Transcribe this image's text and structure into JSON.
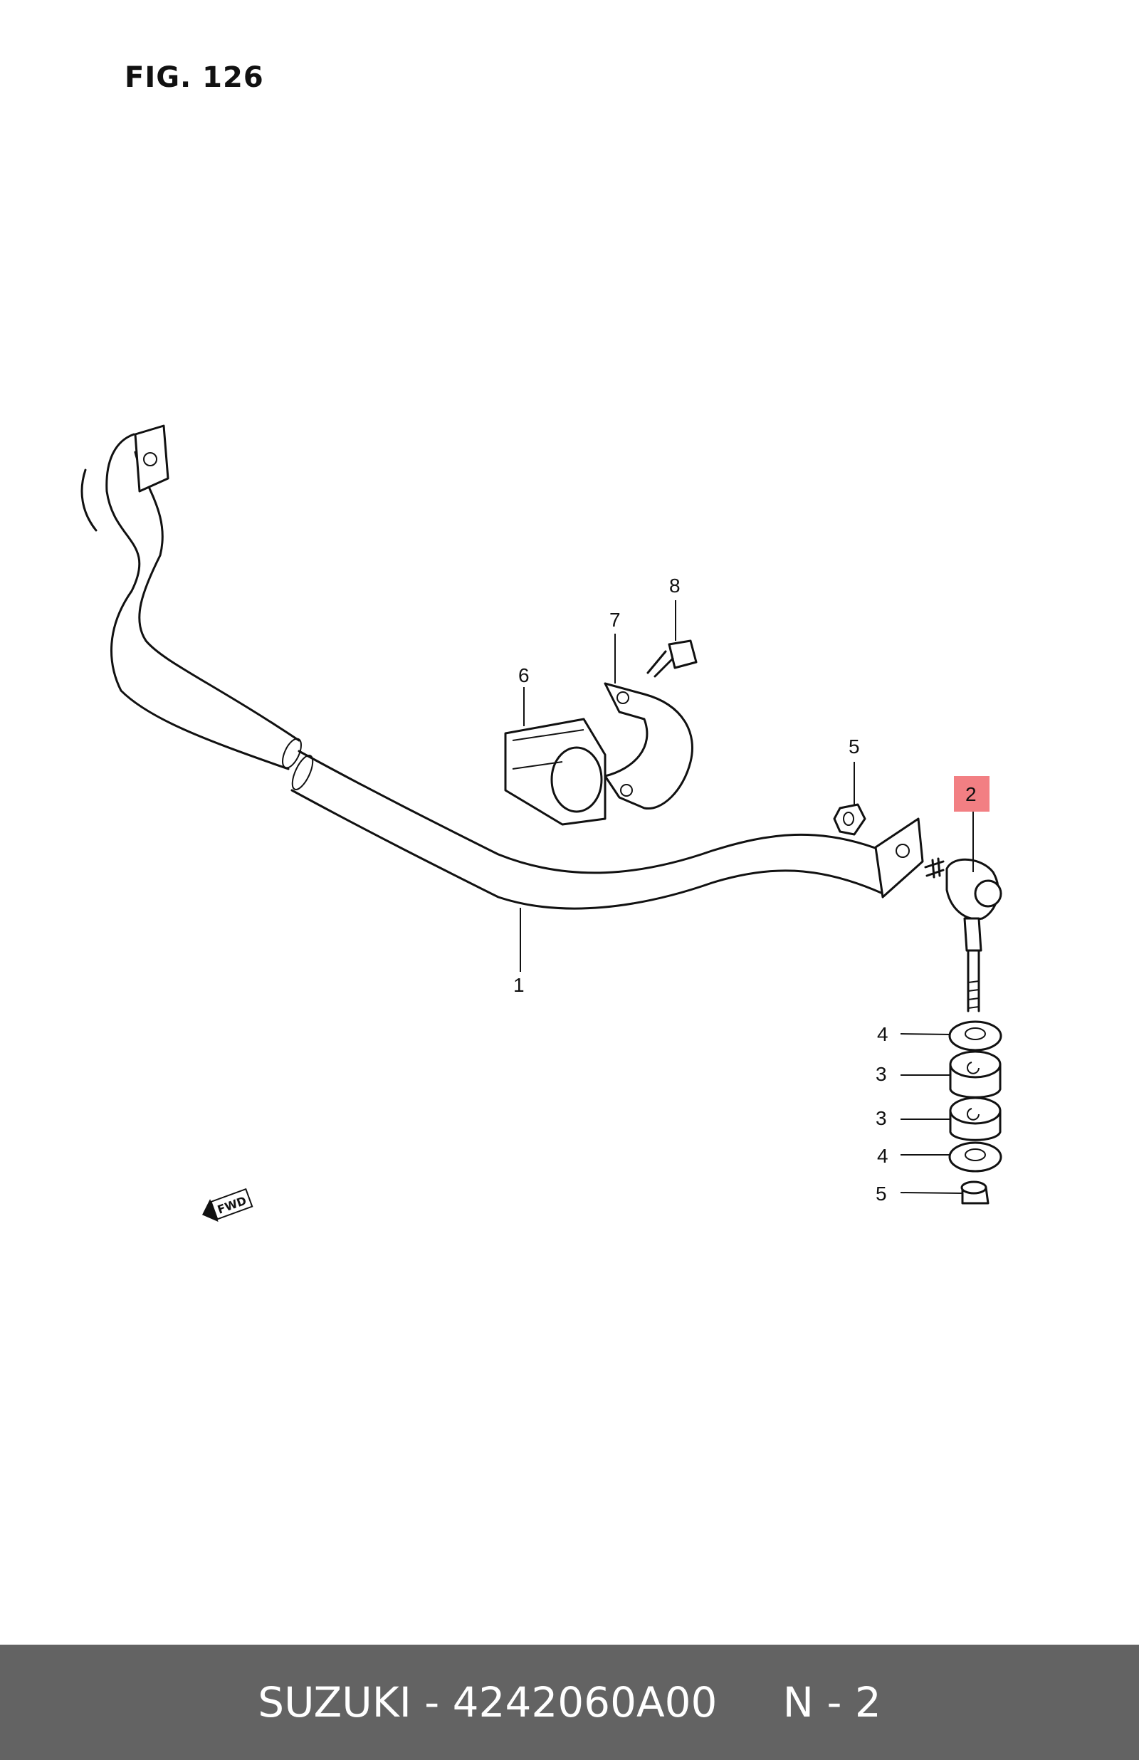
{
  "figure": {
    "title": "FIG. 126"
  },
  "callouts": [
    {
      "id": "c1",
      "label": "1",
      "highlighted": false
    },
    {
      "id": "c2",
      "label": "2",
      "highlighted": true
    },
    {
      "id": "c3a",
      "label": "3",
      "highlighted": false
    },
    {
      "id": "c3b",
      "label": "3",
      "highlighted": false
    },
    {
      "id": "c4a",
      "label": "4",
      "highlighted": false
    },
    {
      "id": "c4b",
      "label": "4",
      "highlighted": false
    },
    {
      "id": "c5a",
      "label": "5",
      "highlighted": false
    },
    {
      "id": "c5b",
      "label": "5",
      "highlighted": false
    },
    {
      "id": "c6",
      "label": "6",
      "highlighted": false
    },
    {
      "id": "c7",
      "label": "7",
      "highlighted": false
    },
    {
      "id": "c8",
      "label": "8",
      "highlighted": false
    }
  ],
  "direction_marker": {
    "label": "FWD"
  },
  "footer": {
    "brand": "SUZUKI",
    "part_number": "4242060A00",
    "separator": " - ",
    "position": "N - 2"
  },
  "colors": {
    "highlight": "#f27f83",
    "footer_bg": "#636363",
    "footer_text": "#ffffff"
  }
}
